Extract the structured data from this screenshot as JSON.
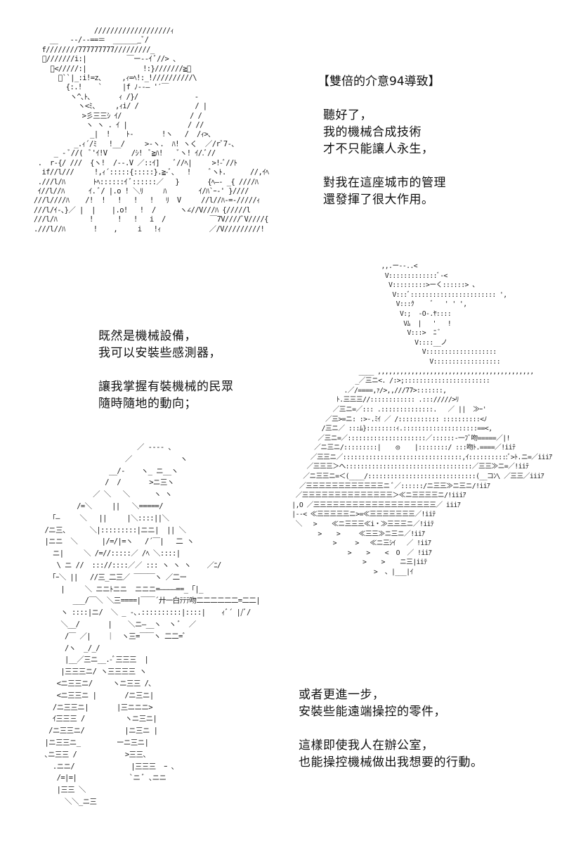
{
  "title": "【雙倍的介意94導致】",
  "blocks": {
    "a": [
      "聽好了，",
      "我的機械合成技術",
      "才不只能讓人永生，",
      "",
      "對我在這座城市的管理",
      "還發揮了很大作用。"
    ],
    "b": [
      "既然是機械設備，",
      "我可以安裝些感測器，",
      "",
      "讓我掌握有裝機械的民眾",
      "隨時隨地的動向；"
    ],
    "c": [
      "或者更進一步，",
      "安裝些能遠端操控的零件，",
      "",
      "這樣即使我人在辦公室，",
      "也能操控機械做出我想要的行動。"
    ]
  },
  "art": {
    "figure_hat": [
      "               ///////////////////ｨ",
      "    __   --/--==＝  _______ﾞ/",
      "  f////////777777777/////////_",
      "  ﾞ///////i:|          ￣ー--ｲ ﾞ//> 、",
      "    ﾞ</////:|              !:}///////≧､",
      "      ﾞ``|_:i!=z､     ,ｨ=ﾍ!:_!//////////\\",
      "        {:.!    `     |f ﾉ--― '′￣",
      "         ヽ^､ﾄ､       ｨ /}/              -",
      "           ヽ<ﾐ、    ,ｨi/ /              / |",
      "            >彡三三ｼ ｲ/                 / /",
      "             ヽ ヽ . ｲ |               / //",
      "              _|  !    ﾄ-       !ヽ   /  /ｨ>､",
      "          _.ｨ´/ﾐ   !__/     >-ヽ.  ﾊ! ヽく  ／/rﾞ7-､",
      "     _ - ﾞ//(  ﾞ'ｲ!V      /ｼ!  ﾞ≧ﾊ!    ﾞヽ! ｲ/.ﾞ//",
      " .  r-{/ ///  {ヽ!  /--.V ／::ｲ]    ﾞ//ﾍ|     >!-ﾞ//ﾄ",
      "  if//l///     !,ｨ´:::::{:::::}.≧-ﾞ､   !     ﾞヽﾄ.      //,ｲﾍ",
      " .///l/ﾊ       ﾄﾍ::::::ｲ ﾞ::::::／   }       {ﾍ―- _{ ////ﾊ",
      " ｲ//l//ﾊ      ｲ. ﾞ/ |.o ! ＼ﾘ     ﾊ        ｲ/ﾊ`ｰ-' }////",
      "///l////ﾊ    /!  !   !   !   !   ﾘ  V     //l//ﾊ-=-/////ｨ",
      "///l/ｲ-､}／ |  |    |.o!   !  /      ヽ∠//V///ﾊ {/////l",
      "///l/ﾊ        !      !   !   i  /           ￣7V////ﾞV////{",
      ".///l//ﾊ       !    ,     i   !ｨ            ／/V/////////!"
    ],
    "laptop": [
      "                         ,,.ー--..<",
      "                          V:::::::::::::ﾞ-<",
      "                           V:::::::::>ーく::::::> 、",
      "                            V:::ﾞ::::::::::::::::::::::: ',",
      "                             V:::ｸ     ﾞ   ' ' ',",
      "                              V:;  -O-.ﾔ::::",
      "                               Vﾑ  |   '   !",
      "                                V:::>  ﾆ ﾞ  ",
      "                                  V::::__ノ",
      "                                    V:::::::::::::::::::",
      "                                      V::::::::::::::::::",
      "                   ____ ,,,,,,,,,,,,,,,,,,,,,,,,,,,,,,,,,,,,,,,,,,",
      "                  _／三ニ<. /:>;:::::::::::::::::::::::",
      "               .／/====,ｧ/>,,///77>:::::::,",
      "             ﾄ.三三三//:::::::::::: .::://///>ﾘ",
      "            ／三ニ=／::: .::::::::::::::.   ／ ||  ≫ｰ'",
      "          ／三>=ニ: :>-.ﾐｲ ／ /::::::::::: ::::::::::<ﾉ",
      "         /三ニ／ :::ﾑ}::::::::ｨ.::::::::::::::::::::==<,",
      "        ／三ニ=／:::::::::::::::::::::／::::::-一ﾌﾞ吻=====／|!",
      "       ／ニ三ニ/:::::::::|    ◎    |::::::::/ :::吻ﾄ.====／!iiﾃ",
      "      ／三三ニ／::::::::::::::::::::::::::::::::,ｲ:::::::::::ﾞ>ﾄ.ニ=／iiiｱ",
      "     ／三三三＞へ::::::::::::::::::::::::::::::::::／三三≫ニ=／!iiﾃ",
      "    ／ニ三三ニ=＜(____/:::::::::::::::::::::::::::::(__コﾝ\\ ／三三／iiiｱ",
      "   ／三三三三三三三三三三三三ニ ﾞ／::::::/ニ三三≫ニ三ニ/!iiｱ",
      "  ／三三三三三三三三三三三三三三＞≪ニ三三三三ニ/!iiiｱ",
      " |,O ／三三三三三三三三三三三三三三三三三三三／ iiiｱ",
      " |--< ≪三三三三三ニ>=≪三三三三三三三／!iiﾃ",
      "  ＼   >    ≪ニ三三三≪i・≫三三三ニ／!iiﾃ",
      "        >    >     ≪三三≫ニ三ニ／!iiｱ",
      "            >     >   ≪ニ三ｼｲ   ／ !iiｱ",
      "                >    >    <  O  ／ !iiｱ",
      "                    >    >    ニ三|iiﾃ",
      "                       >  、|___|ｲ"
    ],
    "figure_gun": [
      "                         ／ ---- 、",
      "                      ／            ヽ",
      "                  __/-    ヽ_ ニ__ヽ",
      "                 /  /       >ニ三ヽ",
      "              ／ ＼   ＼      ヽ ヽ",
      "          /=＼     ||   ＼=====/",
      "   「―     ＼   ||     |＼::::||＼",
      "  /ニ三、     ＼|:::::::::|ニニ|  || ＼",
      "  |ニニ  ＼      |/=/|=ヽ   /´￣|   二 ヽ",
      "    ニ|     ＼ /=//:::::／ /ﾍ ＼::::|",
      "     \\ ニ //  ::://::::／／ ::: ヽ ヽ ヽ    ／ﾆ/",
      "   「ｰ＼ ||   //三_二三／ ￣￣￣ヽ ／二ー",
      "      |     ＼ ニニﾄニニ  ニニニ=――――==_「|_",
      "         ___/￣＼ ＼三====|￣￣´廾一白ﾃﾃﾃ吻二二二二二二=二二|",
      "      ヽ ::::|ニ/  ＼ _ -､.::::::::::|::::|    ｨﾞ´ |/ﾞ/",
      "      ＼__/       |    ＼ニ―__ヽ  ヽ ﾞ  ／",
      "       /￣ ／|    ｜  ヽ三=￣￣ヽ 二二=ﾞ",
      "       /ヽ  _/_/ ",
      "       |__／三ニ__.-ﾞ三三三  |",
      "      |三三三ニ/ ヽ三三三三 ヽ",
      "     <ニ三三ニ/     ヽニ三三 /､",
      "     <ニ三三ニ |       /ニ三ニ|",
      "    /ニ三三ニ|       |三ニニニ>",
      "    ｲ三三三 /          ヽニ三ニ|",
      "   /ニ三三ニ/          |ニ三ニ |",
      "  |ニ三三ニ_         ーニ三ニ|",
      "  ､ニ三三 /            >三三、",
      "    .ニニ/              |三三三  ｰ 、",
      "     /=|=|             `ニ ﾞ ､ニニ",
      "     |三三 ＼",
      "       ＼＼_ニ三"
    ]
  }
}
